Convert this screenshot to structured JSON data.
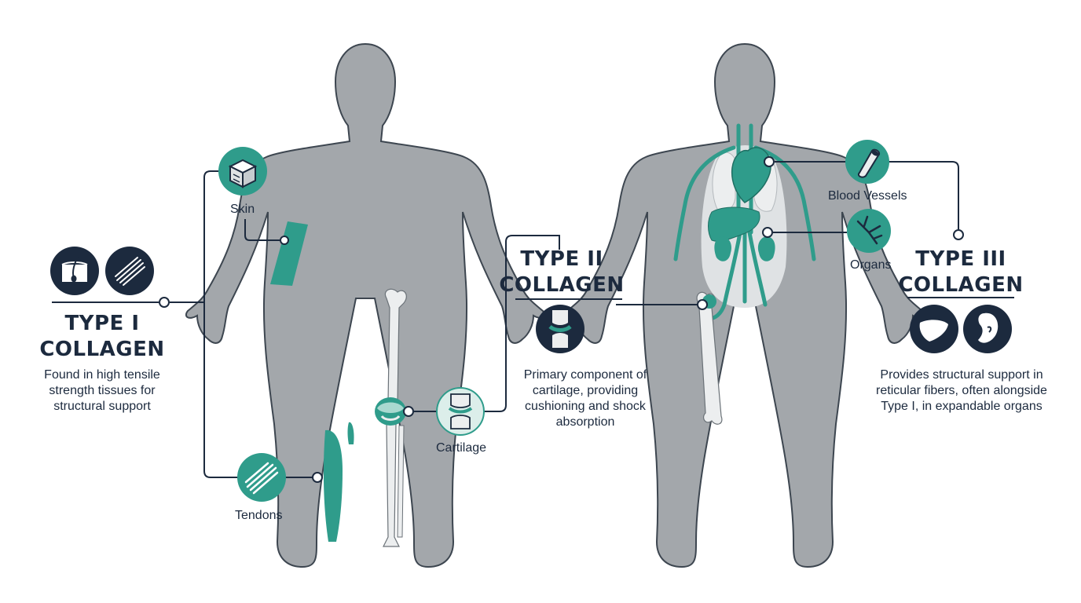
{
  "colors": {
    "navy": "#1c2a3e",
    "teal": "#2f9c8b",
    "teal_light": "#a9d9d0",
    "silhouette": "#a3a7ab",
    "silhouette_outline": "#3d4650",
    "bone": "#eceeef",
    "organ_bg": "#dfe2e4"
  },
  "type1": {
    "title_line1": "TYPE I",
    "title_line2": "COLLAGEN",
    "description": "Found in high tensile strength tissues for structural support",
    "icons": [
      "skin-hair-follicle-icon",
      "fiber-bundle-icon"
    ]
  },
  "type2": {
    "title_line1": "TYPE II",
    "title_line2": "COLLAGEN",
    "description": "Primary component of cartilage, providing cushioning and shock absorption",
    "icons": [
      "knee-joint-icon"
    ]
  },
  "type3": {
    "title_line1": "TYPE III",
    "title_line2": "COLLAGEN",
    "description": "Provides structural support in reticular fibers, often alongside Type I, in expandable organs",
    "icons": [
      "liver-icon",
      "kidney-icon"
    ]
  },
  "callouts": {
    "skin": "Skin",
    "tendons": "Tendons",
    "cartilage": "Cartilage",
    "blood_vessels": "Blood Vessels",
    "organs": "Organs"
  }
}
